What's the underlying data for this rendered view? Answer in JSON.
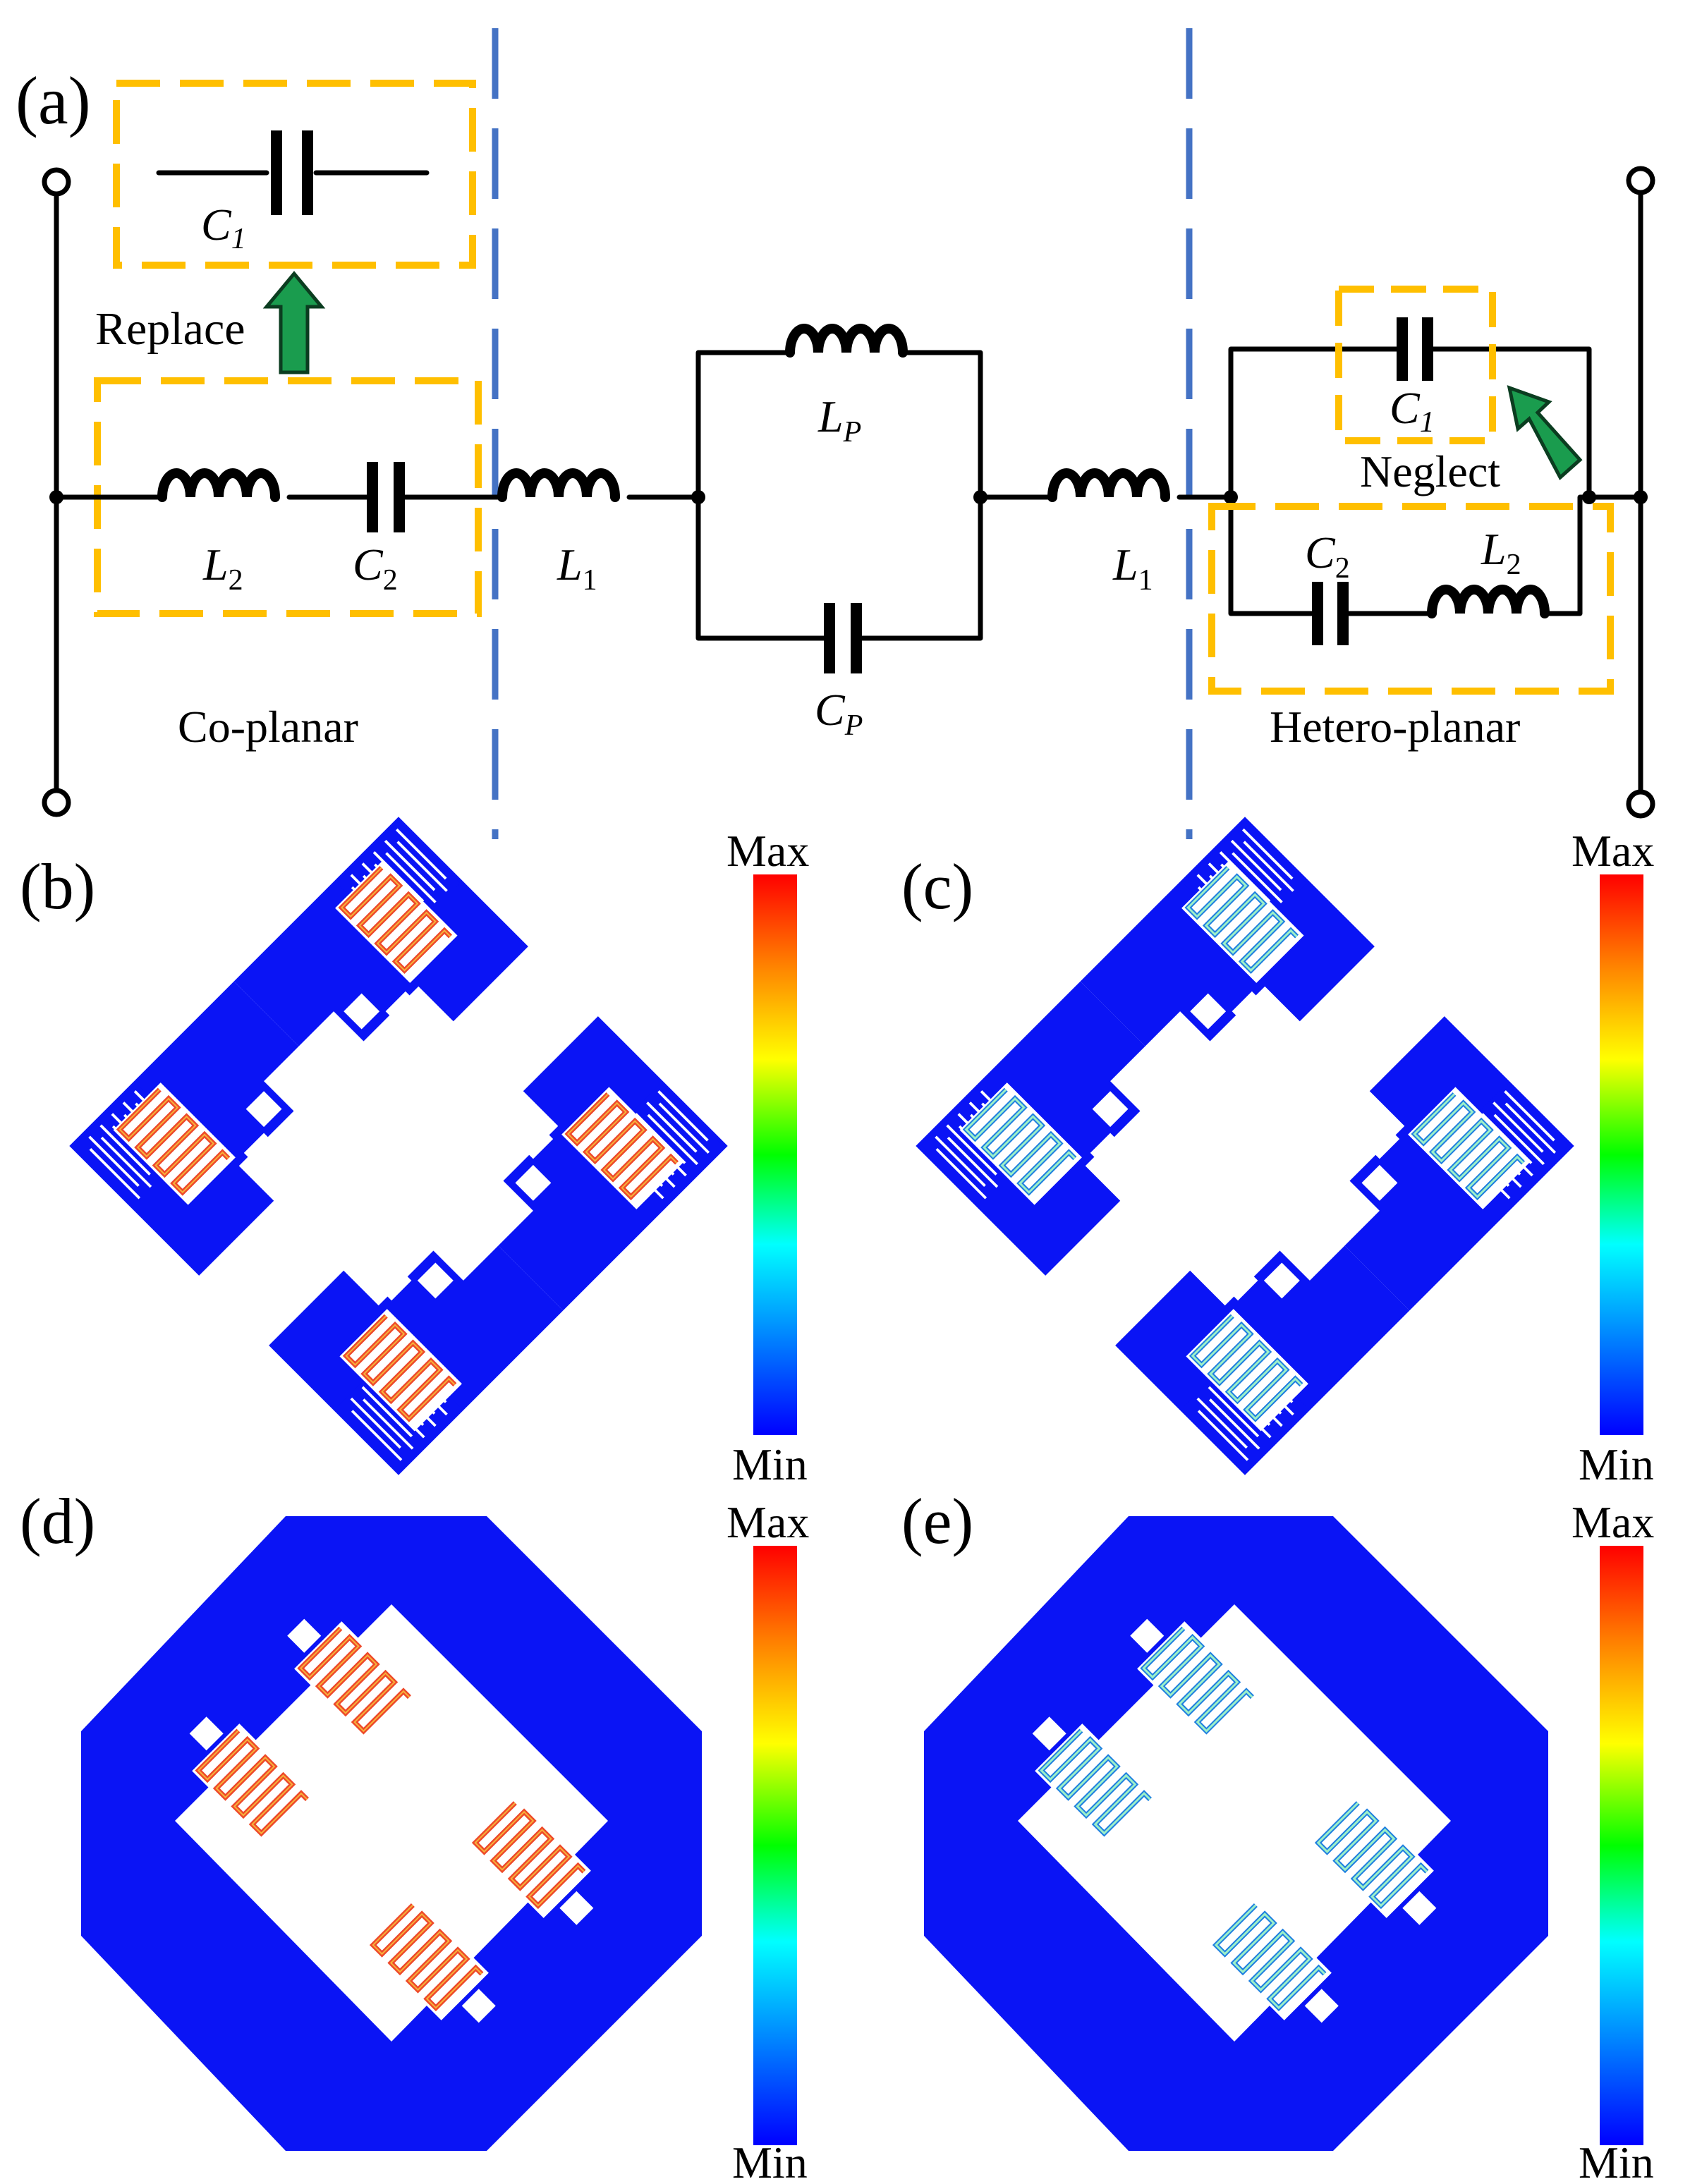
{
  "panels": {
    "a": "(a)",
    "b": "(b)",
    "c": "(c)",
    "d": "(d)",
    "e": "(e)"
  },
  "circuit": {
    "replace": "Replace",
    "neglect": "Neglect",
    "coplanar": "Co-planar",
    "heteroplanar": "Hetero-planar",
    "c": "C",
    "l": "L",
    "sub1": "1",
    "sub2": "2",
    "subP": "P"
  },
  "colorbar": {
    "max": "Max",
    "min": "Min",
    "stops": [
      "#FF0000",
      "#FF8000",
      "#FFFF00",
      "#00FF00",
      "#00FFFF",
      "#0080FF",
      "#0000FF"
    ]
  },
  "colors": {
    "highlight_box": "#FFBF00",
    "divider": "#4472C4",
    "arrow": "#1A9C4E",
    "metal": "#0A14F5",
    "strong_current": "#F0502A",
    "weak_current": "#7FE0E8"
  }
}
